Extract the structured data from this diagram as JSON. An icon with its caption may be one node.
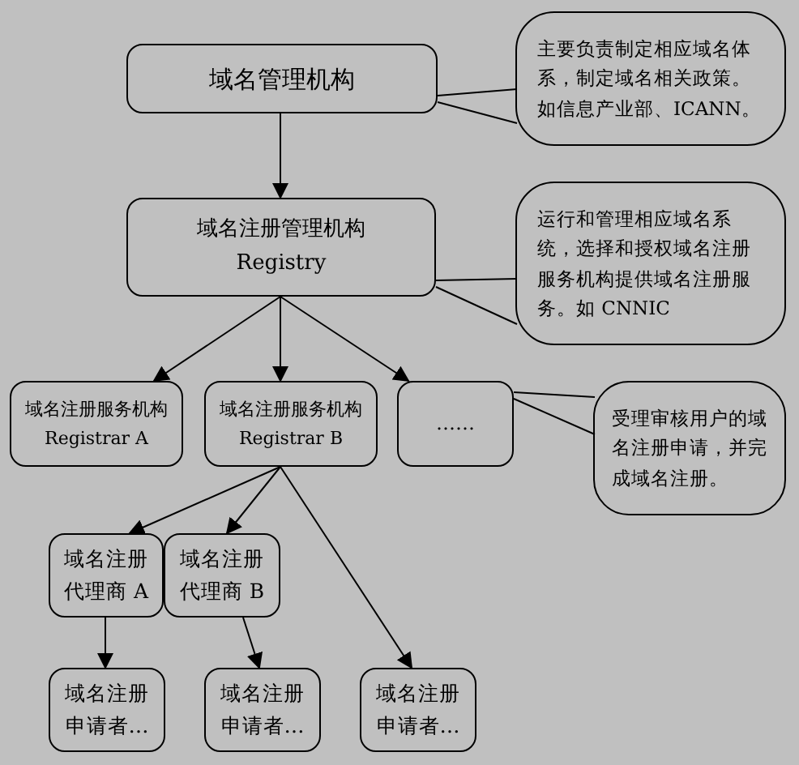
{
  "diagram": {
    "nodes": [
      {
        "text": [
          "域名管理机构"
        ]
      },
      {
        "text": [
          "主要负责制定相应域名体系，制定域名相关政策。如信息产业部、ICANN。"
        ]
      },
      {
        "text": [
          "域名注册管理机构",
          "Registry"
        ]
      },
      {
        "text": [
          "运行和管理相应域名系统，选择和授权域名注册服务机构提供域名注册服务。如 CNNIC"
        ]
      },
      {
        "text": [
          "域名注册服务机构 Registrar A"
        ]
      },
      {
        "text": [
          "域名注册服务机构 Registrar B"
        ]
      },
      {
        "text": [
          "……"
        ]
      },
      {
        "text": [
          "受理审核用户的域名注册申请，并完成域名注册。"
        ]
      },
      {
        "text": [
          "域名注册代理商 A"
        ]
      },
      {
        "text": [
          "域名注册代理商 B"
        ]
      },
      {
        "text": [
          "域名注册申请者…"
        ]
      },
      {
        "text": [
          "域名注册申请者…"
        ]
      },
      {
        "text": [
          "域名注册申请者…"
        ]
      }
    ],
    "edges": [
      {
        "from": 0,
        "to": 2,
        "arrow": "to"
      },
      {
        "from": 2,
        "to": 4,
        "arrow": "to"
      },
      {
        "from": 2,
        "to": 5,
        "arrow": "to"
      },
      {
        "from": 2,
        "to": 6,
        "arrow": "to"
      },
      {
        "from": 5,
        "to": 8,
        "arrow": "to"
      },
      {
        "from": 5,
        "to": 9,
        "arrow": "to"
      },
      {
        "from": 5,
        "to": 12,
        "arrow": "to"
      },
      {
        "from": 8,
        "to": 10,
        "arrow": "to"
      },
      {
        "from": 9,
        "to": 11,
        "arrow": "to"
      },
      {
        "from": 1,
        "to": 0,
        "arrow": "none"
      },
      {
        "from": 3,
        "to": 2,
        "arrow": "none"
      },
      {
        "from": 7,
        "to": 6,
        "arrow": "none"
      }
    ]
  }
}
